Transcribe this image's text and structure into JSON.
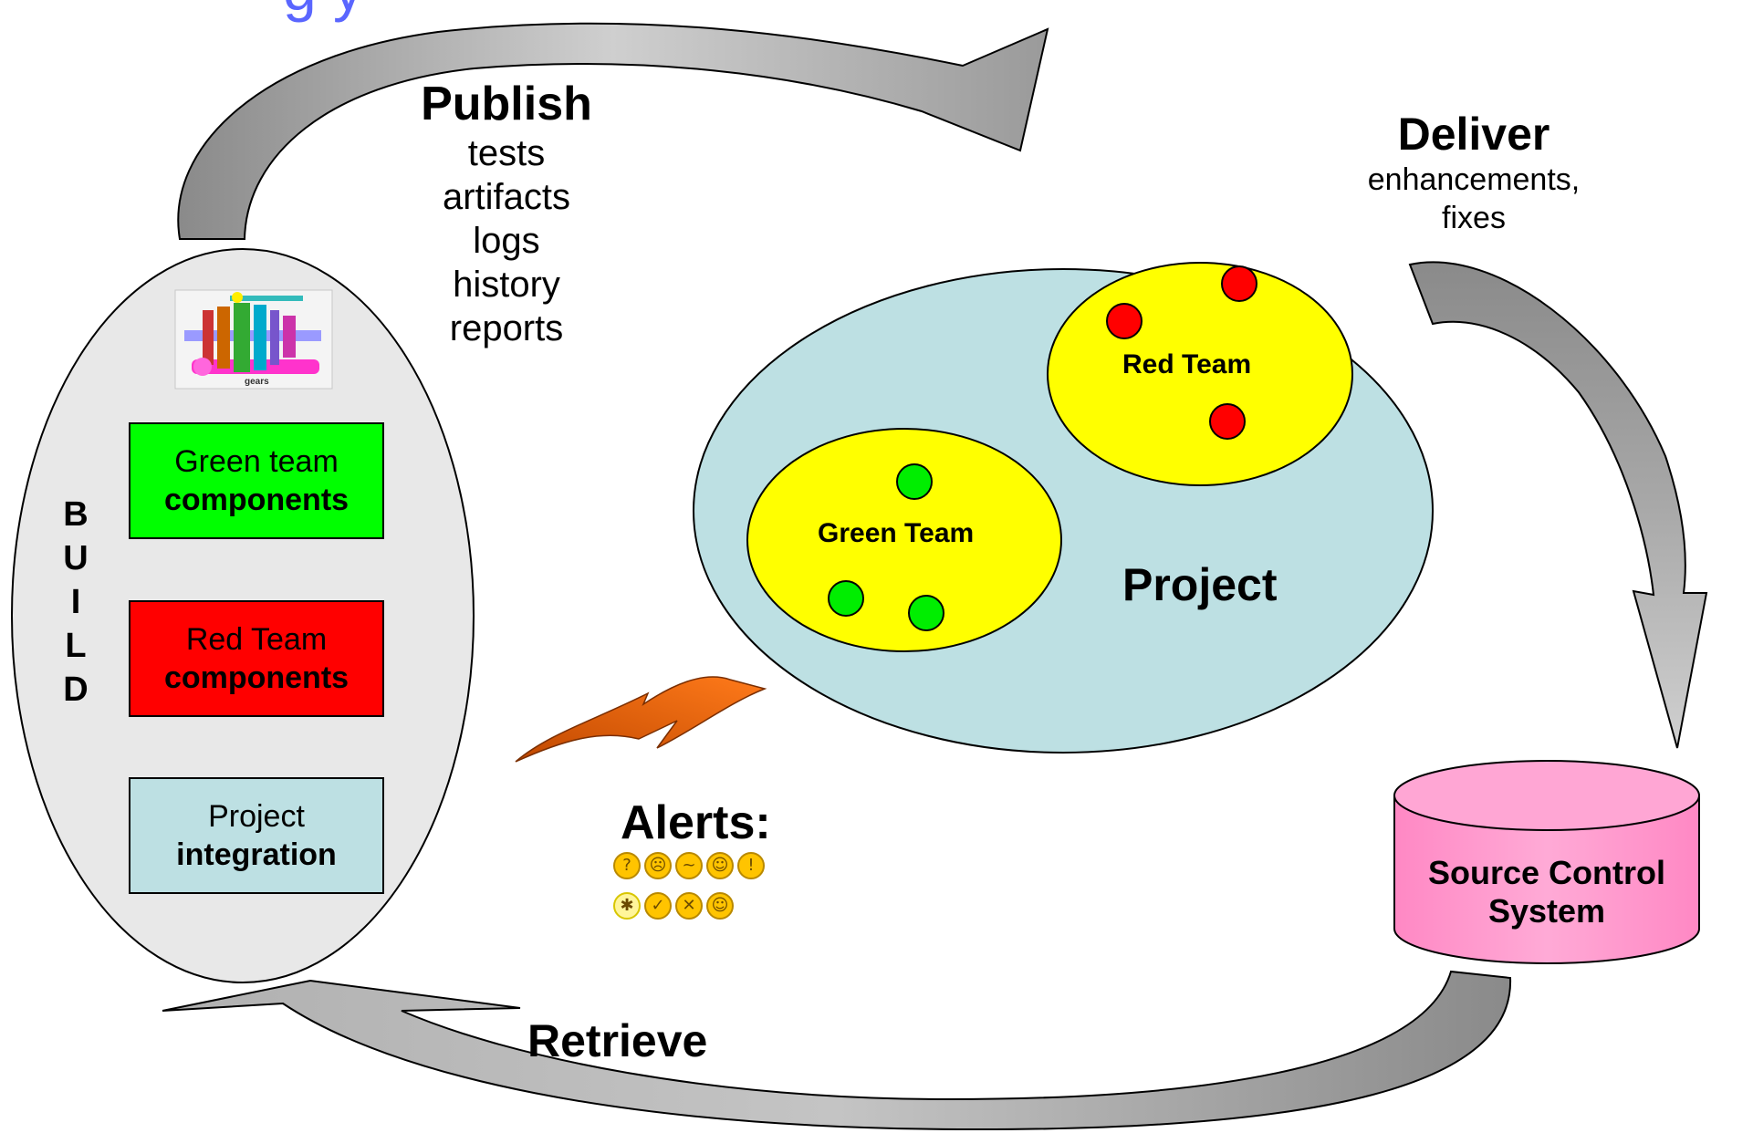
{
  "title_fragment": "g    y",
  "publish": {
    "title": "Publish",
    "items": [
      "tests",
      "artifacts",
      "logs",
      "history",
      "reports"
    ]
  },
  "deliver": {
    "title": "Deliver",
    "lines": [
      "enhancements,",
      "fixes"
    ]
  },
  "build": {
    "letters": [
      "B",
      "U",
      "I",
      "L",
      "D"
    ],
    "image_caption": "gears",
    "boxes": [
      {
        "line1": "Green team",
        "line2": "components"
      },
      {
        "line1": "Red Team",
        "line2": "components"
      },
      {
        "line1": "Project",
        "line2": "integration"
      }
    ]
  },
  "project": {
    "label": "Project",
    "red_team_label": "Red Team",
    "green_team_label": "Green Team"
  },
  "alerts": {
    "title": "Alerts:",
    "row1": [
      "smiley-confused-icon",
      "smiley-sad-icon",
      "smiley-worried-icon",
      "smiley-smile-icon",
      "smiley-shocked-icon"
    ],
    "row2": [
      "lightbulb-icon",
      "smiley-check-icon",
      "smiley-x-icon",
      "smiley-angel-icon"
    ]
  },
  "retrieve": {
    "label": "Retrieve"
  },
  "source_control": {
    "lines": [
      "Source Control",
      "System"
    ]
  },
  "colors": {
    "arrow_gray": "#b8b8b8",
    "arrow_dark": "#7a7a7a",
    "build_ellipse": "#e8e8e8",
    "project_ellipse": "#bde0e3",
    "team_ellipse": "#ffff00",
    "red_dot": "#ff0000",
    "green_dot": "#00ee00",
    "cylinder": "#ff99cc",
    "alert_arrow": "#ff6600"
  }
}
